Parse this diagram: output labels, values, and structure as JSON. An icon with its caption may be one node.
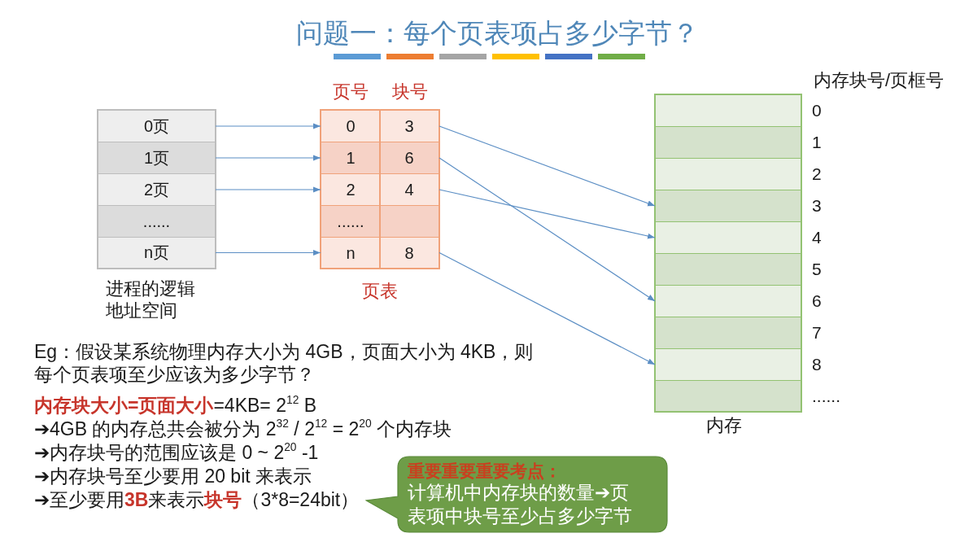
{
  "diagram": {
    "title": "问题一：每个页表项占多少字节？",
    "nodes": [
      {
        "text": [],
        "shape": "box",
        "beside": [
          "进程的逻辑地址空间"
        ]
      },
      {
        "text": [
          "0页"
        ],
        "in": 0
      },
      {
        "text": [
          "1页"
        ],
        "in": 0
      },
      {
        "text": [
          "2页"
        ],
        "in": 0
      },
      {
        "text": [
          "......"
        ],
        "in": 0
      },
      {
        "text": [
          "n页"
        ],
        "in": 0
      },
      {
        "text": [
          "页号",
          "块号"
        ],
        "beside": [
          "页表"
        ]
      },
      {
        "text": [
          "0",
          "3"
        ],
        "in": 6
      },
      {
        "text": [
          "1",
          "6"
        ],
        "in": 6
      },
      {
        "text": [
          "2",
          "4"
        ],
        "in": 6
      },
      {
        "text": [
          "......"
        ],
        "in": 6
      },
      {
        "text": [
          "n",
          "8"
        ],
        "in": 6
      },
      {
        "text": [],
        "shape": "box",
        "beside": [
          "内存"
        ]
      },
      {
        "text": [],
        "shape": "box",
        "beside": [
          "0"
        ],
        "in": 12
      },
      {
        "text": [],
        "shape": "box",
        "beside": [
          "1"
        ],
        "in": 12
      },
      {
        "text": [],
        "shape": "box",
        "beside": [
          "2"
        ],
        "in": 12
      },
      {
        "text": [],
        "shape": "box",
        "beside": [
          "3"
        ],
        "in": 12
      },
      {
        "text": [],
        "shape": "box",
        "beside": [
          "4"
        ],
        "in": 12
      },
      {
        "text": [],
        "shape": "box",
        "beside": [
          "5"
        ],
        "in": 12
      },
      {
        "text": [],
        "shape": "box",
        "beside": [
          "6"
        ],
        "in": 12
      },
      {
        "text": [],
        "shape": "box",
        "beside": [
          "7"
        ],
        "in": 12
      },
      {
        "text": [],
        "shape": "box",
        "beside": [
          "8"
        ],
        "in": 12
      },
      {
        "text": [],
        "shape": "box",
        "beside": [
          "......"
        ],
        "in": 12
      },
      {
        "text": [
          "重要重要重要考点：",
          "计算机中内存块的数量➔页表项中块号至少占多少字节"
        ]
      }
    ],
    "edges": [
      {
        "from": 1,
        "to": 7,
        "arrow": "to"
      },
      {
        "from": 7,
        "to": 16,
        "arrow": "to"
      },
      {
        "from": 2,
        "to": 8,
        "arrow": "to"
      },
      {
        "from": 8,
        "to": 19,
        "arrow": "to"
      },
      {
        "from": 3,
        "to": 9,
        "arrow": "to"
      },
      {
        "from": 9,
        "to": 17,
        "arrow": "to"
      },
      {
        "from": 5,
        "to": 11,
        "arrow": "to"
      },
      {
        "from": 11,
        "to": 21,
        "arrow": "to"
      }
    ],
    "labels": [
      "内存块号/页框号",
      "Eg：假设某系统物理内存大小为 4GB，页面大小为 4KB，则每个页表项至少应该为多少字节？",
      "**内存块大小=页面大小**=4KB= 2$^{12}$ B",
      "➔4GB 的内存总共会被分为 2$^{32}$ / 2$^{12}$ = 2$^{20}$ 个内存块",
      "➔内存块号的范围应该是 0 ~ 2$^{20}$ -1",
      "➔内存块号至少要用 20 bit 来表示",
      "➔至少要用**3B**来表示**块号**（3*8=24bit）"
    ]
  }
}
